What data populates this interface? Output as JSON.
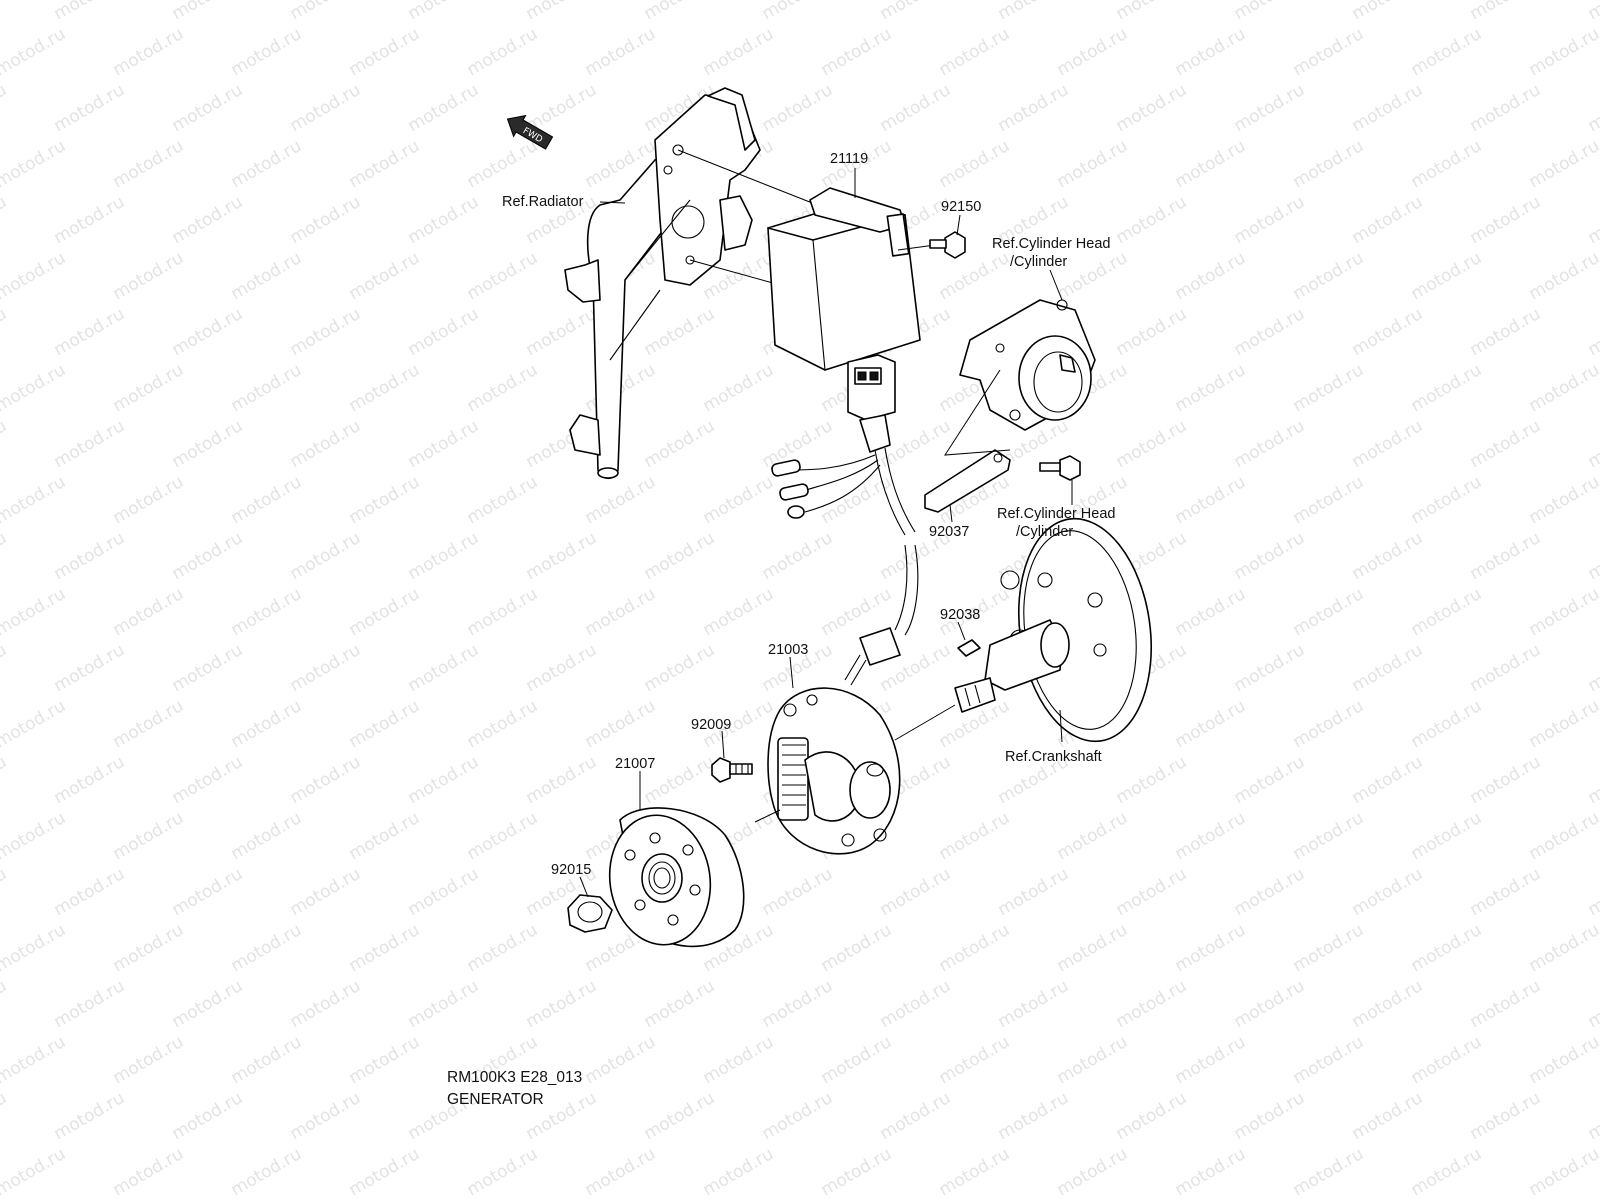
{
  "watermark": "motod.ru",
  "fwd_badge": "FWD",
  "labels": {
    "ref_radiator": "Ref.Radiator",
    "p21119": "21119",
    "p92150": "92150",
    "ref_cyl_1_line1": "Ref.Cylinder Head",
    "ref_cyl_1_line2": "/Cylinder",
    "ref_cyl_2_line1": "Ref.Cylinder Head",
    "ref_cyl_2_line2": "/Cylinder",
    "p92037": "92037",
    "p92038": "92038",
    "p21003": "21003",
    "p92009": "92009",
    "p21007": "21007",
    "p92015": "92015",
    "ref_crankshaft": "Ref.Crankshaft"
  },
  "caption": {
    "code": "RM100K3 E28_013",
    "title": "GENERATOR"
  }
}
